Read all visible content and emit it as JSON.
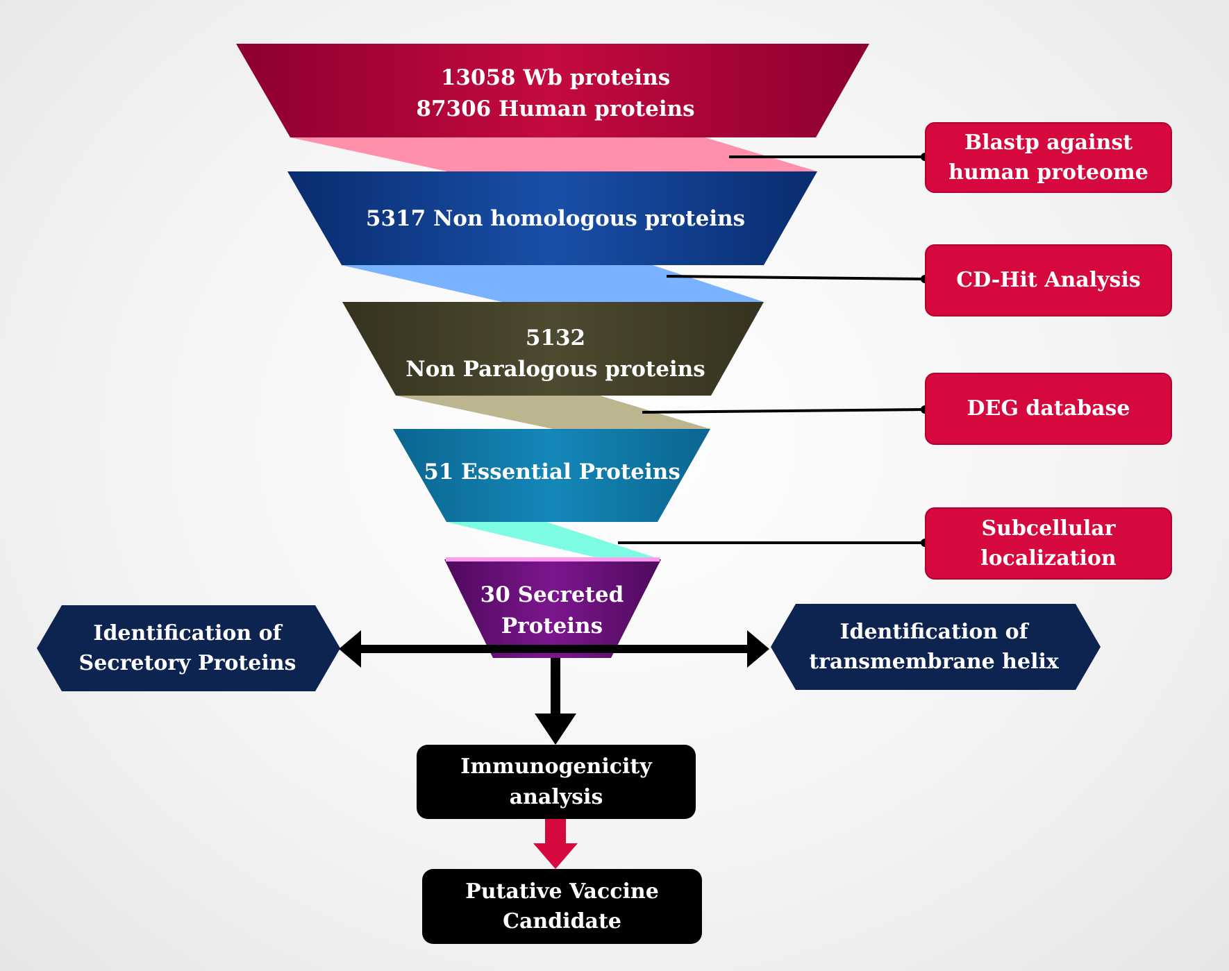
{
  "funnel_levels": [
    {
      "id": "wb-proteins",
      "lines": [
        "13058 Wb  proteins",
        "87306 Human  proteins"
      ],
      "color": "#c40a3e",
      "dark": "#8c0030",
      "band_color": "#ff8fab"
    },
    {
      "id": "non-homologous",
      "lines": [
        "5317 Non homologous  proteins"
      ],
      "color": "#1a4fa8",
      "dark": "#082c6e",
      "band_color": "#79b2ff"
    },
    {
      "id": "non-paralogous",
      "lines": [
        "5132",
        "Non Paralogous  proteins"
      ],
      "color": "#4d4a30",
      "dark": "#35321f",
      "band_color": "#bdb58f"
    },
    {
      "id": "essential",
      "lines": [
        "51 Essential Proteins"
      ],
      "color": "#1487b8",
      "dark": "#0b6590",
      "band_color": "#7dfbe3"
    },
    {
      "id": "secreted",
      "lines": [
        "30 Secreted",
        "Proteins"
      ],
      "color": "#7c168e",
      "dark": "#4e0a5c",
      "band_color": ""
    }
  ],
  "filter_steps": [
    {
      "id": "blastp",
      "lines": [
        "Blastp against",
        "human  proteome"
      ]
    },
    {
      "id": "cd-hit",
      "lines": [
        "CD-Hit Analysis"
      ]
    },
    {
      "id": "deg",
      "lines": [
        "DEG database"
      ]
    },
    {
      "id": "subcellular",
      "lines": [
        "Subcellular",
        "localization"
      ]
    }
  ],
  "side_checks": {
    "left": {
      "lines": [
        "Identification  of",
        "Secretory Proteins"
      ]
    },
    "right": {
      "lines": [
        "Identification  of",
        "transmembrane  helix"
      ]
    }
  },
  "final_steps": [
    {
      "id": "immunogenicity",
      "lines": [
        "Immunogenicity",
        "analysis"
      ]
    },
    {
      "id": "vaccine",
      "lines": [
        "Putative Vaccine",
        "Candidate"
      ]
    }
  ],
  "colors": {
    "step_box": "#d5093d",
    "hexagon": "#0d2450",
    "black_box": "#000000",
    "down_arrow_red": "#d5093d",
    "connector": "#000000"
  }
}
